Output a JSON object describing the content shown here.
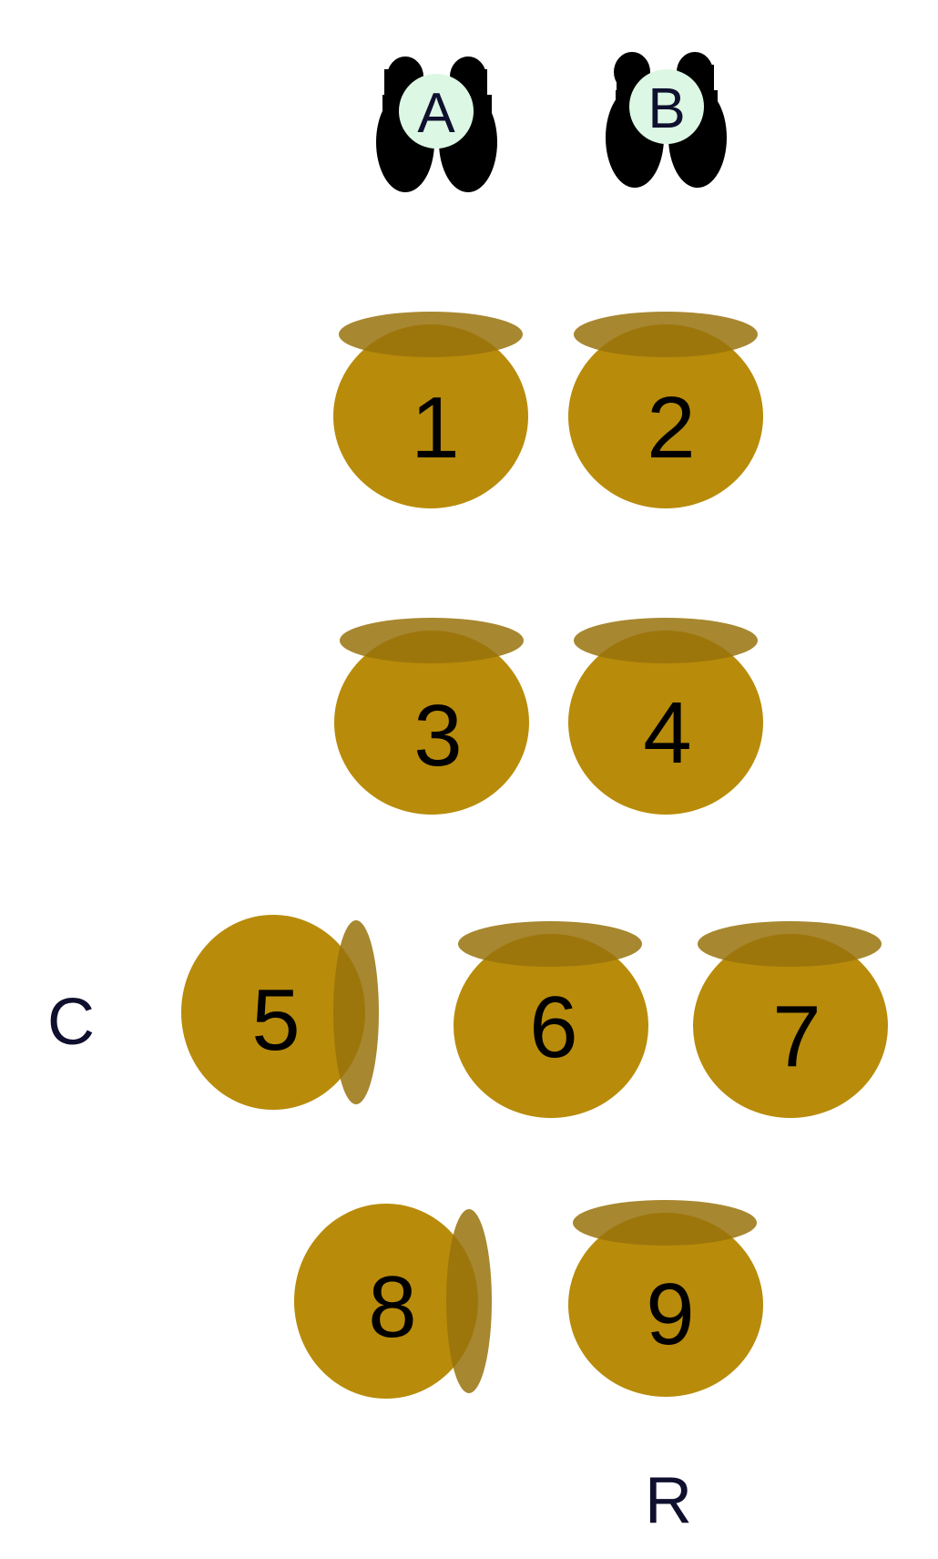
{
  "colors": {
    "seat_body": "#b88b0b",
    "seat_back": "#98720c",
    "marker_fill": "#dcf8e4",
    "person_fill": "#000000",
    "text": "#0f0f2e"
  },
  "people": [
    {
      "label": "A",
      "icon": "person-icon"
    },
    {
      "label": "B",
      "icon": "person-icon"
    }
  ],
  "seats": [
    {
      "number": "1",
      "backrest": "top"
    },
    {
      "number": "2",
      "backrest": "top"
    },
    {
      "number": "3",
      "backrest": "top"
    },
    {
      "number": "4",
      "backrest": "top"
    },
    {
      "number": "5",
      "backrest": "right"
    },
    {
      "number": "6",
      "backrest": "top"
    },
    {
      "number": "7",
      "backrest": "top"
    },
    {
      "number": "8",
      "backrest": "right"
    },
    {
      "number": "9",
      "backrest": "top"
    }
  ],
  "labels": {
    "c": "C",
    "r": "R"
  }
}
